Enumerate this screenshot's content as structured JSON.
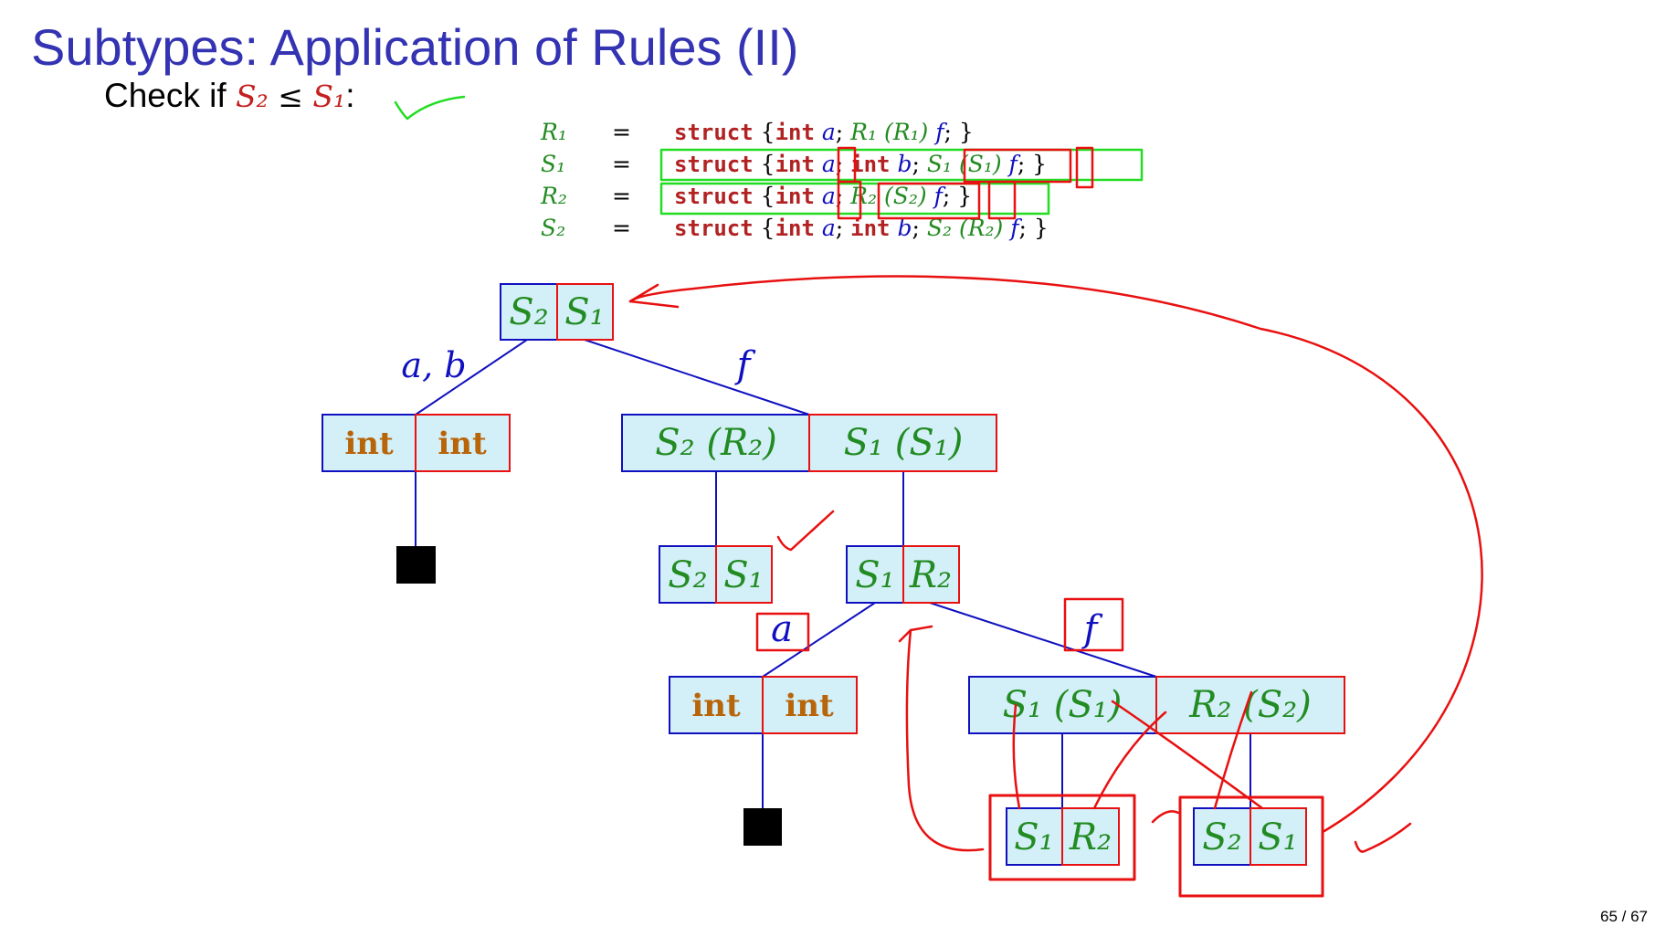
{
  "slide": {
    "title": "Subtypes: Application of Rules (II)",
    "check_prefix": "Check if",
    "check_lhs": "S₂",
    "check_op": " ≤ ",
    "check_rhs": "S₁",
    "check_suffix": ":",
    "page": "65 / 67"
  },
  "definitions": [
    {
      "lhs": "R₁",
      "eq": "=",
      "kw1": "struct",
      "b1": " {",
      "kw2": "int",
      "v1": " a",
      "s1": "; ",
      "t1": "R₁",
      "t2": " (R₁)",
      "v2": " f",
      "end": "; }"
    },
    {
      "lhs": "S₁",
      "eq": "=",
      "kw1": "struct",
      "b1": " {",
      "kw2": "int",
      "v1": " a",
      "s1": "; ",
      "kw3": "int",
      "v3": " b",
      "s3": "; ",
      "t1": "S₁",
      "t2": " (S₁)",
      "v2": " f",
      "end": "; }"
    },
    {
      "lhs": "R₂",
      "eq": "=",
      "kw1": "struct",
      "b1": " {",
      "kw2": "int",
      "v1": " a",
      "s1": "; ",
      "t1": "R₂",
      "t2": " (S₂)",
      "v2": " f",
      "end": "; }"
    },
    {
      "lhs": "S₂",
      "eq": "=",
      "kw1": "struct",
      "b1": " {",
      "kw2": "int",
      "v1": " a",
      "s1": "; ",
      "kw3": "int",
      "v3": " b",
      "s3": "; ",
      "t1": "S₂",
      "t2": " (R₂)",
      "v2": " f",
      "end": "; }"
    }
  ],
  "tree": {
    "root": {
      "left": "S₂",
      "right": "S₁"
    },
    "edge_ab": "a, b",
    "edge_f": "f",
    "int_left": "int",
    "int_right": "int",
    "fn_left": "S₂ (R₂)",
    "fn_right": "S₁ (S₁)",
    "pair_a": {
      "left": "S₂",
      "right": "S₁"
    },
    "pair_b": {
      "left": "S₁",
      "right": "R₂"
    },
    "edge_a2": "a",
    "edge_f2": "f",
    "int2_left": "int",
    "int2_right": "int",
    "fn2_left": "S₁ (S₁)",
    "fn2_right": "R₂ (S₂)",
    "leaf_c": {
      "left": "S₁",
      "right": "R₂"
    },
    "leaf_d": {
      "left": "S₂",
      "right": "S₁"
    }
  },
  "colors": {
    "title": "#3333b3",
    "type_green": "#228b22",
    "keyword_red": "#b22222",
    "var_blue": "#1010c0",
    "int_brown": "#b8650a",
    "cell_fill": "#d3eff7",
    "ink_red": "#e81010",
    "ink_green": "#22dd22"
  }
}
